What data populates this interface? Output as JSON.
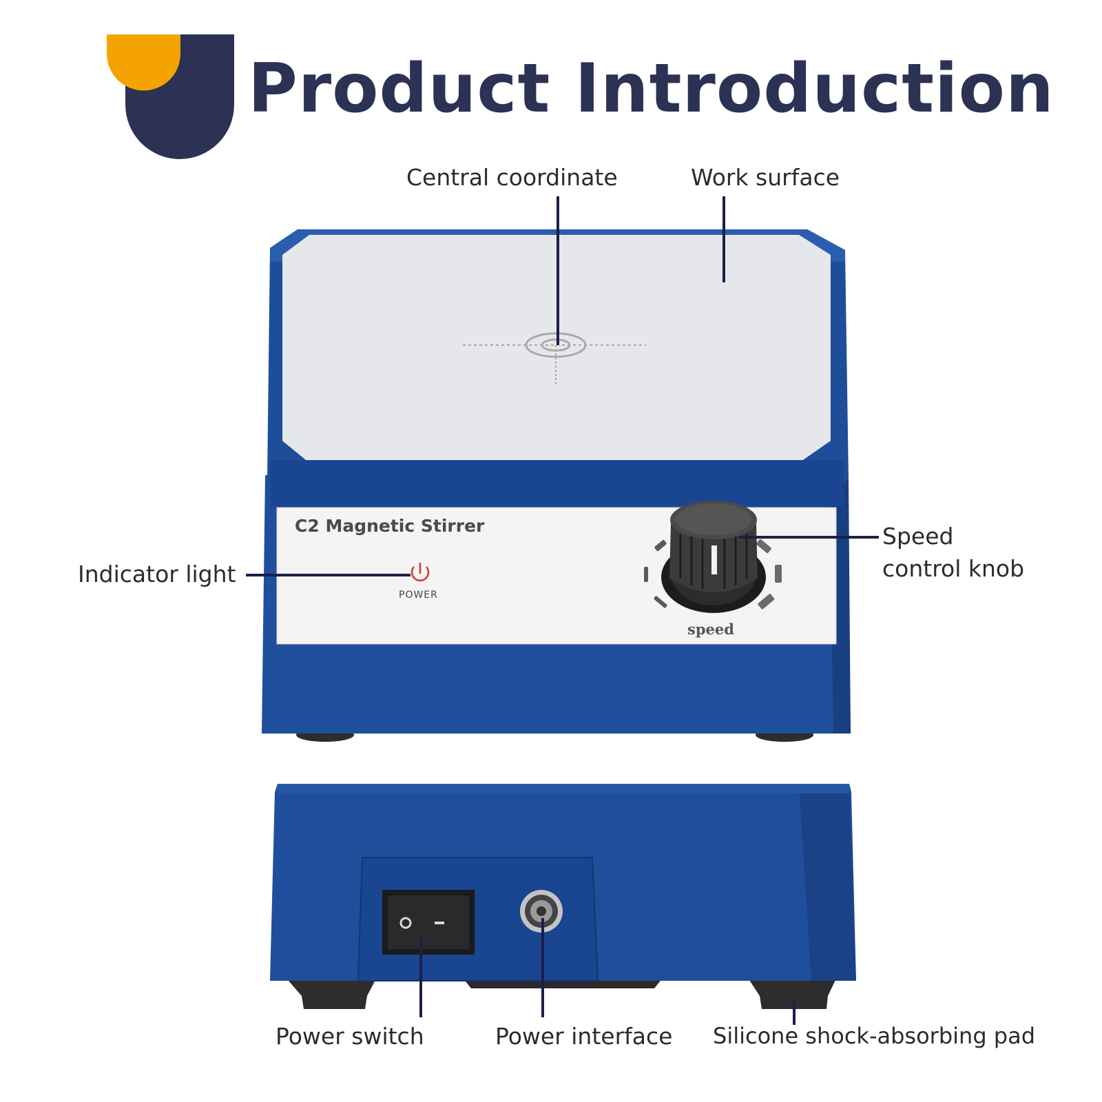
{
  "header": {
    "title": "Product Introduction"
  },
  "device": {
    "model_label": "C2 Magnetic Stirrer",
    "power_label": "POWER",
    "speed_label": "speed"
  },
  "callouts": {
    "central_coordinate": "Central coordinate",
    "work_surface": "Work surface",
    "indicator_light": "Indicator light",
    "speed_knob_line1": "Speed",
    "speed_knob_line2": "control knob",
    "power_switch": "Power switch",
    "power_interface": "Power interface",
    "silicone_pad": "Silicone shock-absorbing pad"
  },
  "colors": {
    "brand_navy": "#2c3254",
    "accent_orange": "#f5a300",
    "body_blue": "#1f4e9c",
    "plate_gray": "#e6e7ea"
  }
}
